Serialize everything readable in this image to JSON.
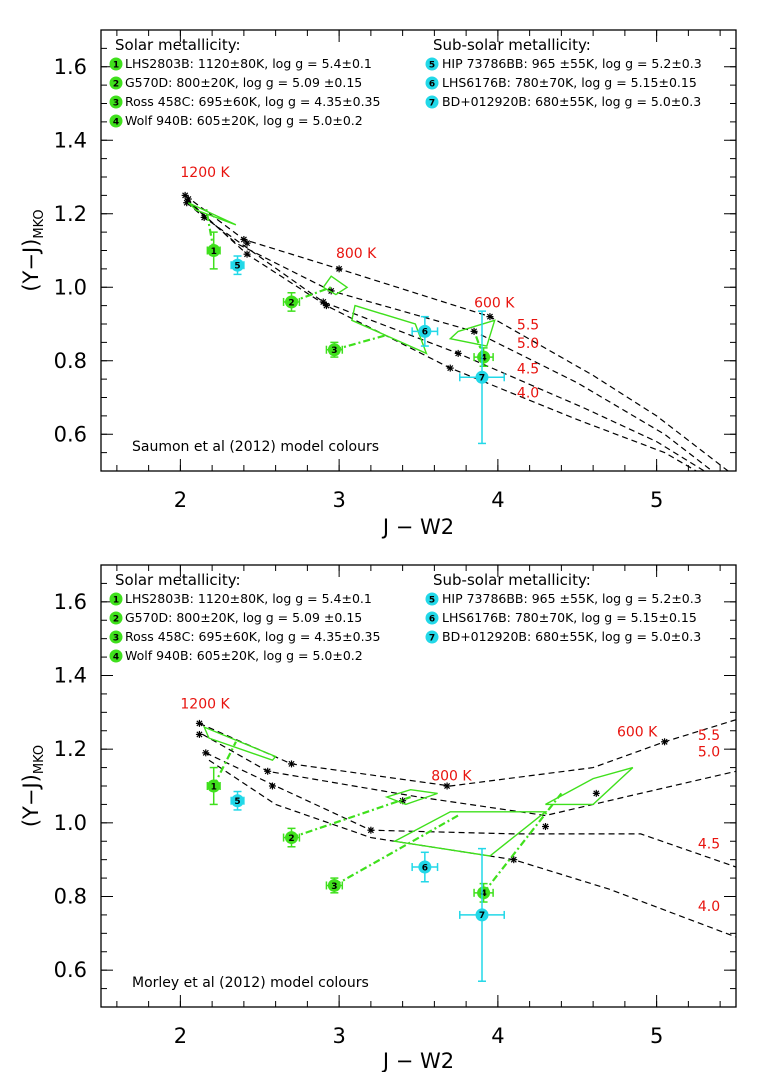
{
  "colors": {
    "solar": "#3fe01c",
    "subsolar": "#22d8e8",
    "annotation": "#e8140f",
    "model": "#000000"
  },
  "chart_data": [
    {
      "type": "scatter",
      "model_label": "Saumon et al (2012) model colours",
      "xlabel": "J − W2",
      "ylabel": "(Y−J)",
      "ylabel_sub": "MKO",
      "xlim": [
        1.5,
        5.5
      ],
      "ylim": [
        0.5,
        1.7
      ],
      "xticks": [
        2,
        3,
        4,
        5
      ],
      "yticks": [
        0.6,
        0.8,
        1.0,
        1.2,
        1.4,
        1.6
      ],
      "legend": {
        "solar_title": "Solar metallicity:",
        "subsolar_title": "Sub-solar metallicity:",
        "solar_entries": [
          {
            "id": "1",
            "text": "LHS2803B: 1120±80K, log g = 5.4±0.1"
          },
          {
            "id": "2",
            "text": "G570D: 800±20K, log g = 5.09 ±0.15"
          },
          {
            "id": "3",
            "text": "Ross 458C: 695±60K, log g = 4.35±0.35"
          },
          {
            "id": "4",
            "text": "Wolf 940B: 605±20K, log g = 5.0±0.2"
          }
        ],
        "subsolar_entries": [
          {
            "id": "5",
            "text": "HIP 73786BB: 965 ±55K, log g = 5.2±0.3"
          },
          {
            "id": "6",
            "text": "LHS6176B: 780±70K, log g = 5.15±0.15"
          },
          {
            "id": "7",
            "text": "BD+012920B: 680±55K, log g = 5.0±0.3"
          }
        ]
      },
      "objects": [
        {
          "id": "1",
          "group": "solar",
          "x": 2.21,
          "y": 1.1,
          "xerr": 0.04,
          "yerr": 0.05
        },
        {
          "id": "2",
          "group": "solar",
          "x": 2.7,
          "y": 0.96,
          "xerr": 0.05,
          "yerr": 0.025
        },
        {
          "id": "3",
          "group": "solar",
          "x": 2.97,
          "y": 0.83,
          "xerr": 0.05,
          "yerr": 0.02
        },
        {
          "id": "4",
          "group": "solar",
          "x": 3.91,
          "y": 0.81,
          "xerr": 0.06,
          "yerr": 0.025
        },
        {
          "id": "5",
          "group": "subsolar",
          "x": 2.36,
          "y": 1.06,
          "xerr": 0.04,
          "yerr": 0.025
        },
        {
          "id": "6",
          "group": "subsolar",
          "x": 3.54,
          "y": 0.88,
          "xerr": 0.08,
          "yerr": 0.04
        },
        {
          "id": "7",
          "group": "subsolar",
          "x": 3.9,
          "y": 0.755,
          "xerr": 0.14,
          "yerr": 0.18
        }
      ],
      "model_tracks": [
        {
          "label": "5.5",
          "points": [
            [
              2.03,
              1.25
            ],
            [
              2.4,
              1.13
            ],
            [
              3.0,
              1.05
            ],
            [
              3.95,
              0.92
            ],
            [
              4.6,
              0.76
            ],
            [
              5.0,
              0.65
            ],
            [
              5.45,
              0.5
            ]
          ]
        },
        {
          "label": "5.0",
          "points": [
            [
              2.03,
              1.24
            ],
            [
              2.35,
              1.12
            ],
            [
              2.95,
              0.99
            ],
            [
              3.85,
              0.88
            ],
            [
              4.5,
              0.74
            ],
            [
              5.05,
              0.6
            ],
            [
              5.35,
              0.5
            ]
          ]
        },
        {
          "label": "4.5",
          "points": [
            [
              2.04,
              1.23
            ],
            [
              2.15,
              1.19
            ],
            [
              2.9,
              0.96
            ],
            [
              3.75,
              0.82
            ],
            [
              4.55,
              0.67
            ],
            [
              5.0,
              0.58
            ],
            [
              5.3,
              0.5
            ]
          ]
        },
        {
          "label": "4.0",
          "points": [
            [
              2.04,
              1.24
            ],
            [
              2.42,
              1.09
            ],
            [
              2.92,
              0.95
            ],
            [
              3.7,
              0.78
            ],
            [
              4.5,
              0.64
            ],
            [
              5.05,
              0.55
            ],
            [
              5.25,
              0.5
            ]
          ]
        }
      ],
      "model_points": [
        [
          2.03,
          1.25
        ],
        [
          2.05,
          1.24
        ],
        [
          2.04,
          1.23
        ],
        [
          2.15,
          1.19
        ],
        [
          2.4,
          1.13
        ],
        [
          2.42,
          1.12
        ],
        [
          2.42,
          1.09
        ],
        [
          2.9,
          0.96
        ],
        [
          2.92,
          0.95
        ],
        [
          2.95,
          0.99
        ],
        [
          3.0,
          1.05
        ],
        [
          3.7,
          0.78
        ],
        [
          3.75,
          0.82
        ],
        [
          3.85,
          0.88
        ],
        [
          3.95,
          0.92
        ]
      ],
      "track_labels": [
        {
          "text": "5.5",
          "x": 4.12,
          "y": 0.885
        },
        {
          "text": "5.0",
          "x": 4.12,
          "y": 0.835
        },
        {
          "text": "4.5",
          "x": 4.12,
          "y": 0.765
        },
        {
          "text": "4.0",
          "x": 4.12,
          "y": 0.7
        }
      ],
      "temp_labels": [
        {
          "text": "1200 K",
          "x": 2.0,
          "y": 1.3
        },
        {
          "text": "800 K",
          "x": 2.98,
          "y": 1.08
        },
        {
          "text": "600 K",
          "x": 3.85,
          "y": 0.945
        }
      ],
      "boxes": [
        {
          "points": [
            [
              2.05,
              1.23
            ],
            [
              2.3,
              1.18
            ],
            [
              2.35,
              1.17
            ],
            [
              2.1,
              1.21
            ]
          ]
        },
        {
          "points": [
            [
              2.9,
              1.0
            ],
            [
              2.95,
              1.03
            ],
            [
              3.05,
              1.0
            ],
            [
              2.98,
              0.98
            ]
          ]
        },
        {
          "points": [
            [
              3.1,
              0.95
            ],
            [
              3.48,
              0.9
            ],
            [
              3.55,
              0.82
            ],
            [
              3.08,
              0.91
            ]
          ]
        },
        {
          "points": [
            [
              3.75,
              0.88
            ],
            [
              3.98,
              0.91
            ],
            [
              3.93,
              0.84
            ],
            [
              3.7,
              0.86
            ]
          ]
        }
      ],
      "links": [
        {
          "from": "1",
          "to": [
            2.16,
            1.22
          ]
        },
        {
          "from": "2",
          "to": [
            2.95,
            1.0
          ]
        },
        {
          "from": "3",
          "to": [
            3.3,
            0.87
          ]
        },
        {
          "from": "4",
          "to": [
            3.86,
            0.87
          ]
        }
      ]
    },
    {
      "type": "scatter",
      "model_label": "Morley et al (2012) model colours",
      "xlabel": "J − W2",
      "ylabel": "(Y−J)",
      "ylabel_sub": "MKO",
      "xlim": [
        1.5,
        5.5
      ],
      "ylim": [
        0.5,
        1.7
      ],
      "xticks": [
        2,
        3,
        4,
        5
      ],
      "yticks": [
        0.6,
        0.8,
        1.0,
        1.2,
        1.4,
        1.6
      ],
      "legend": {
        "solar_title": "Solar metallicity:",
        "subsolar_title": "Sub-solar metallicity:",
        "solar_entries": [
          {
            "id": "1",
            "text": "LHS2803B: 1120±80K, log g = 5.4±0.1"
          },
          {
            "id": "2",
            "text": "G570D: 800±20K, log g = 5.09 ±0.15"
          },
          {
            "id": "3",
            "text": "Ross 458C: 695±60K, log g = 4.35±0.35"
          },
          {
            "id": "4",
            "text": "Wolf 940B: 605±20K, log g = 5.0±0.2"
          }
        ],
        "subsolar_entries": [
          {
            "id": "5",
            "text": "HIP 73786BB: 965 ±55K, log g = 5.2±0.3"
          },
          {
            "id": "6",
            "text": "LHS6176B: 780±70K, log g = 5.15±0.15"
          },
          {
            "id": "7",
            "text": "BD+012920B: 680±55K, log g = 5.0±0.3"
          }
        ]
      },
      "objects": [
        {
          "id": "1",
          "group": "solar",
          "x": 2.21,
          "y": 1.1,
          "xerr": 0.04,
          "yerr": 0.05
        },
        {
          "id": "2",
          "group": "solar",
          "x": 2.7,
          "y": 0.96,
          "xerr": 0.05,
          "yerr": 0.025
        },
        {
          "id": "3",
          "group": "solar",
          "x": 2.97,
          "y": 0.83,
          "xerr": 0.05,
          "yerr": 0.02
        },
        {
          "id": "4",
          "group": "solar",
          "x": 3.91,
          "y": 0.81,
          "xerr": 0.06,
          "yerr": 0.025
        },
        {
          "id": "5",
          "group": "subsolar",
          "x": 2.36,
          "y": 1.06,
          "xerr": 0.04,
          "yerr": 0.025
        },
        {
          "id": "6",
          "group": "subsolar",
          "x": 3.54,
          "y": 0.88,
          "xerr": 0.08,
          "yerr": 0.04
        },
        {
          "id": "7",
          "group": "subsolar",
          "x": 3.9,
          "y": 0.75,
          "xerr": 0.14,
          "yerr": 0.18
        }
      ],
      "model_tracks": [
        {
          "label": "5.5",
          "points": [
            [
              2.12,
              1.27
            ],
            [
              2.7,
              1.16
            ],
            [
              3.7,
              1.1
            ],
            [
              4.6,
              1.15
            ],
            [
              5.05,
              1.22
            ],
            [
              5.5,
              1.28
            ]
          ]
        },
        {
          "label": "5.0",
          "points": [
            [
              2.14,
              1.24
            ],
            [
              2.55,
              1.14
            ],
            [
              3.5,
              1.07
            ],
            [
              4.3,
              1.02
            ],
            [
              4.8,
              1.07
            ],
            [
              5.5,
              1.14
            ]
          ]
        },
        {
          "label": "4.5",
          "points": [
            [
              2.16,
              1.19
            ],
            [
              2.6,
              1.1
            ],
            [
              3.2,
              0.98
            ],
            [
              4.1,
              0.97
            ],
            [
              4.9,
              0.97
            ],
            [
              5.5,
              0.88
            ]
          ]
        },
        {
          "label": "4.0",
          "points": [
            [
              2.18,
              1.17
            ],
            [
              2.6,
              1.05
            ],
            [
              3.2,
              0.96
            ],
            [
              4.1,
              0.9
            ],
            [
              4.7,
              0.82
            ],
            [
              5.5,
              0.69
            ]
          ]
        }
      ],
      "model_points": [
        [
          2.12,
          1.27
        ],
        [
          2.12,
          1.24
        ],
        [
          2.16,
          1.19
        ],
        [
          2.55,
          1.14
        ],
        [
          2.58,
          1.1
        ],
        [
          2.7,
          1.16
        ],
        [
          3.2,
          0.98
        ],
        [
          3.4,
          1.06
        ],
        [
          3.68,
          1.1
        ],
        [
          4.1,
          0.9
        ],
        [
          4.3,
          0.99
        ],
        [
          4.62,
          1.08
        ],
        [
          5.05,
          1.22
        ]
      ],
      "track_labels": [
        {
          "text": "5.5",
          "x": 5.26,
          "y": 1.225
        },
        {
          "text": "5.0",
          "x": 5.26,
          "y": 1.18
        },
        {
          "text": "4.5",
          "x": 5.26,
          "y": 0.93
        },
        {
          "text": "4.0",
          "x": 5.26,
          "y": 0.76
        }
      ],
      "temp_labels": [
        {
          "text": "1200 K",
          "x": 2.0,
          "y": 1.31
        },
        {
          "text": "800 K",
          "x": 3.58,
          "y": 1.115
        },
        {
          "text": "600 K",
          "x": 4.75,
          "y": 1.235
        }
      ],
      "boxes": [
        {
          "points": [
            [
              2.15,
              1.26
            ],
            [
              2.6,
              1.18
            ],
            [
              2.58,
              1.17
            ],
            [
              2.18,
              1.23
            ]
          ]
        },
        {
          "points": [
            [
              3.3,
              1.07
            ],
            [
              3.45,
              1.09
            ],
            [
              3.62,
              1.08
            ],
            [
              3.42,
              1.05
            ]
          ]
        },
        {
          "points": [
            [
              3.35,
              0.95
            ],
            [
              3.7,
              1.03
            ],
            [
              4.3,
              1.03
            ],
            [
              3.95,
              0.91
            ]
          ]
        },
        {
          "points": [
            [
              4.3,
              1.05
            ],
            [
              4.6,
              1.12
            ],
            [
              4.85,
              1.15
            ],
            [
              4.6,
              1.05
            ]
          ]
        }
      ],
      "links": [
        {
          "from": "1",
          "to": [
            2.35,
            1.22
          ]
        },
        {
          "from": "2",
          "to": [
            3.45,
            1.07
          ]
        },
        {
          "from": "3",
          "to": [
            3.75,
            1.02
          ]
        },
        {
          "from": "4",
          "to": [
            4.4,
            1.08
          ]
        }
      ]
    }
  ]
}
